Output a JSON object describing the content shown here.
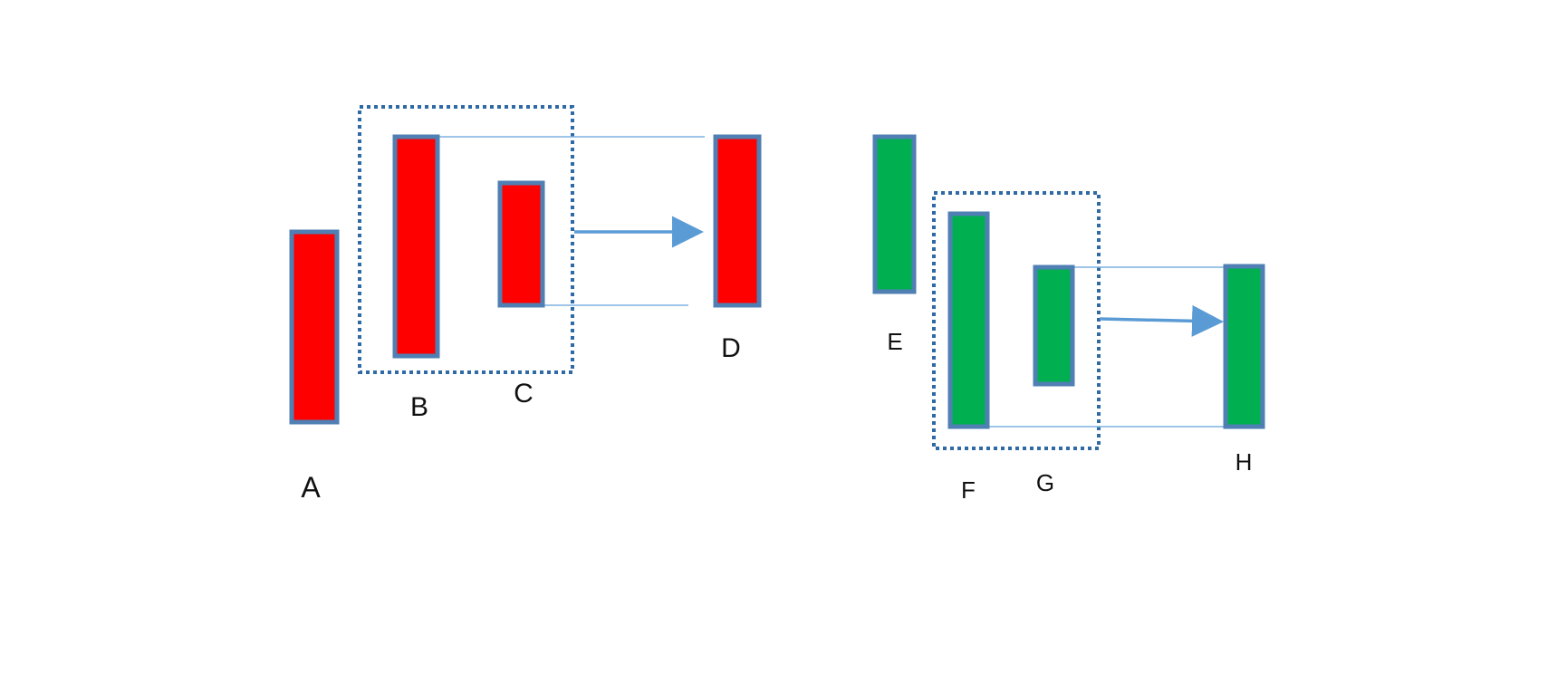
{
  "colors": {
    "bearish_fill": "#ff0000",
    "bullish_fill": "#00b050",
    "bar_border": "#4f7fb3",
    "guide_line": "#7fb2df",
    "group_box": "#2f6aa5",
    "arrow": "#5b9bd5"
  },
  "labels": {
    "a": "A",
    "b": "B",
    "c": "C",
    "d": "D",
    "e": "E",
    "f": "F",
    "g": "G",
    "h": "H"
  }
}
